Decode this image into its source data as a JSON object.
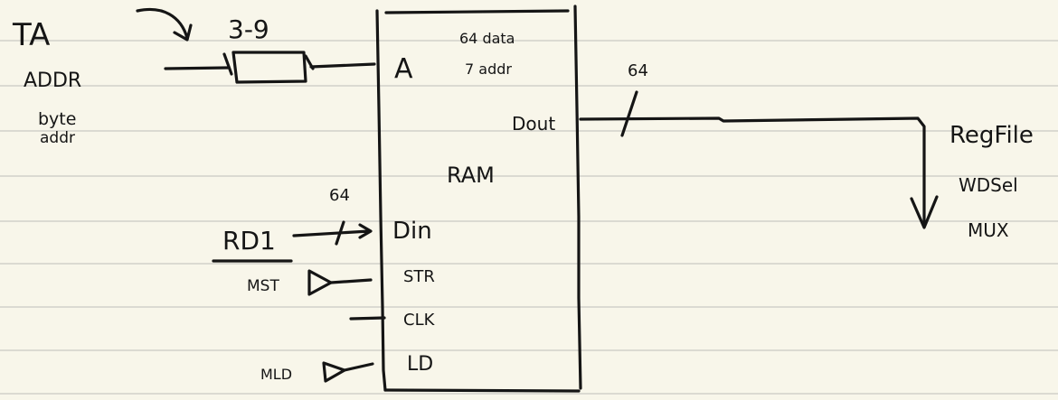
{
  "labels": {
    "ta": "TA",
    "addr": "ADDR",
    "byte": "byte",
    "addr_small": "addr",
    "bits_range": "3-9",
    "a_port": "A",
    "data_count": "64 data",
    "addr_count": "7 addr",
    "dout": "Dout",
    "dout_width": "64",
    "ram": "RAM",
    "din_width": "64",
    "rd1": "RD1",
    "din": "Din",
    "mst": "MST",
    "str": "STR",
    "clk": "CLK",
    "mld": "MLD",
    "ld": "LD",
    "regfile": "RegFile",
    "wdsel": "WDSel",
    "mux": "MUX"
  },
  "colors": {
    "paper": "#f8f6ea",
    "rule_line": "#c9c9c4",
    "ink": "#151515"
  }
}
